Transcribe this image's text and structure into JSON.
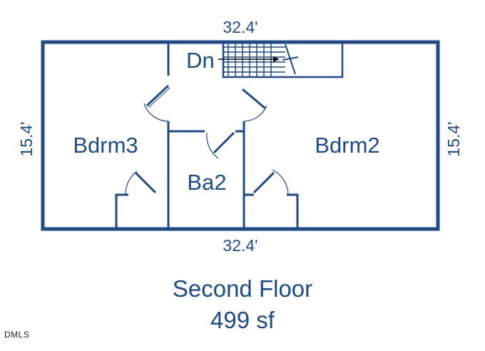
{
  "dimensions": {
    "top": "32.4'",
    "bottom": "32.4'",
    "left": "15.4'",
    "right": "15.4'"
  },
  "rooms": {
    "bedroom_3": "Bdrm3",
    "bedroom_2": "Bdrm2",
    "bath_2": "Ba2",
    "stairs": "Dn"
  },
  "caption": {
    "title": "Second Floor",
    "area": "499 sf"
  },
  "watermark": "DMLS",
  "colors": {
    "line": "#1f4a8a",
    "text": "#1f4a8a",
    "background": "#ffffff"
  }
}
